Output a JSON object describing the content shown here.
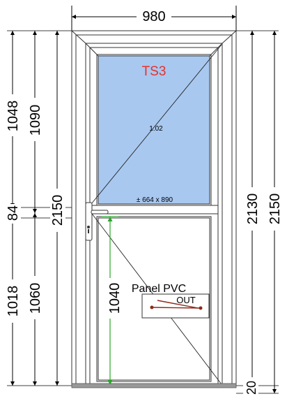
{
  "drawing": {
    "code": "TS3",
    "glass_code": "1.02",
    "glass_size": "± 664 x 890",
    "panel_label": "Panel PVC",
    "direction_label": "OUT",
    "colors": {
      "glass": "#a8c8f0",
      "code_label": "#e8312a",
      "green_dimension": "#2aa82a",
      "arrow_brown": "#8b2a1a",
      "frame_line": "#333333"
    },
    "dimensions": {
      "top_width": "980",
      "left_glass_height": "1048",
      "left_transom": "84",
      "left_panel_height": "1018",
      "left_upper_total": "1090",
      "left_lower_total": "1060",
      "left_overall": "2150",
      "center_panel": "1040",
      "right_door": "2130",
      "right_overall": "2150",
      "right_bottom": "20"
    }
  }
}
